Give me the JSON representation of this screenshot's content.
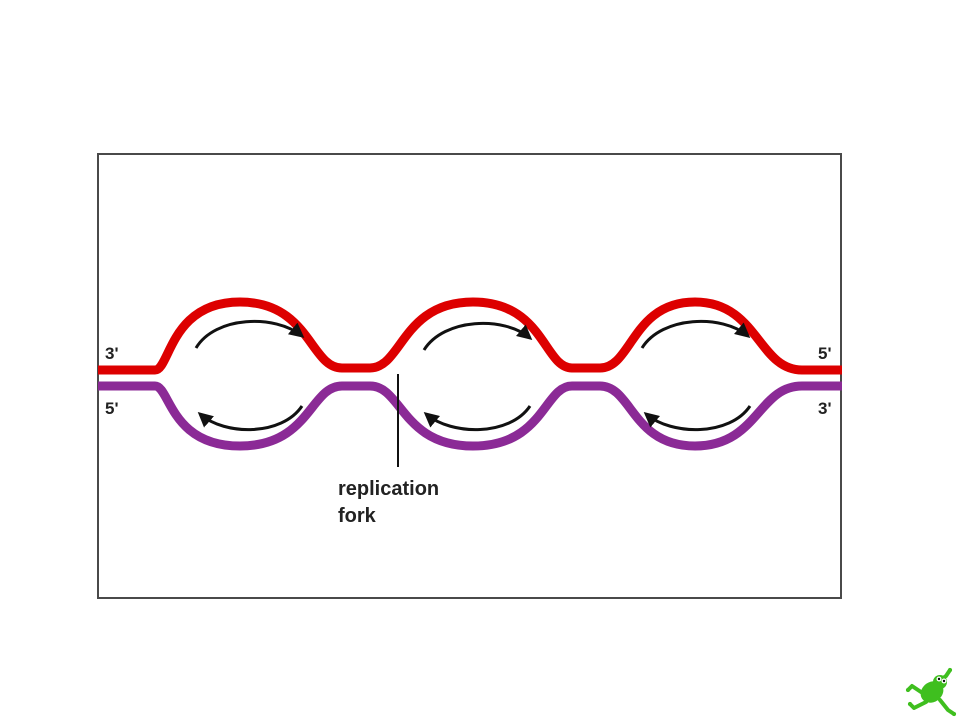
{
  "diagram": {
    "labels": {
      "top_left": "3'",
      "top_right": "5'",
      "bottom_left": "5'",
      "bottom_right": "3'"
    },
    "fork_label": {
      "line1": "replication",
      "line2": "fork"
    },
    "colors": {
      "top_strand": "#dd0000",
      "bottom_strand": "#8b2a96",
      "arrows": "#111111",
      "frame": "#4a4a4a"
    }
  },
  "logo": {
    "icon": "frog-icon",
    "color": "#3fbf1f"
  }
}
